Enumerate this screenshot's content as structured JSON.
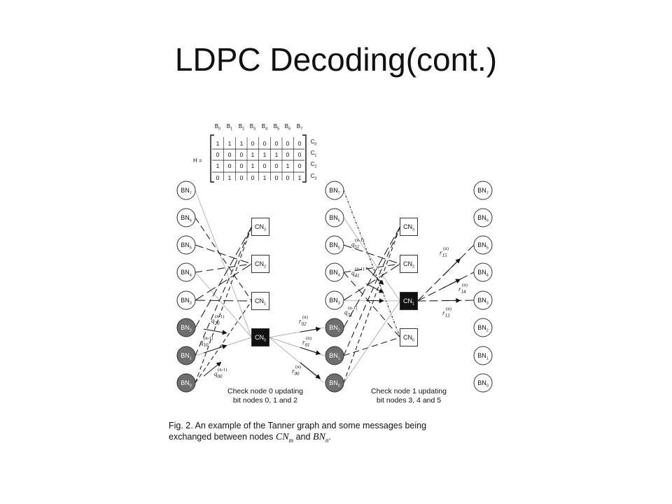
{
  "slide": {
    "title": "LDPC Decoding(cont.)"
  },
  "matrix": {
    "name": "H =",
    "col_headers": [
      "B0",
      "B1",
      "B2",
      "B3",
      "B4",
      "B5",
      "B6",
      "B7"
    ],
    "row_headers": [
      "C0",
      "C1",
      "C2",
      "C3"
    ],
    "rows": [
      [
        "1",
        "1",
        "1",
        "0",
        "0",
        "0",
        "0",
        "0"
      ],
      [
        "0",
        "0",
        "0",
        "1",
        "1",
        "1",
        "0",
        "0"
      ],
      [
        "1",
        "0",
        "0",
        "1",
        "0",
        "0",
        "1",
        "0"
      ],
      [
        "0",
        "1",
        "0",
        "0",
        "1",
        "0",
        "0",
        "1"
      ]
    ]
  },
  "graph": {
    "bit_nodes": [
      "BN7",
      "BN6",
      "BN5",
      "BN4",
      "BN3",
      "BN2",
      "BN1",
      "BN0"
    ],
    "check_nodes": [
      "CN3",
      "CN2",
      "CN1",
      "CN0"
    ],
    "left_messages": [
      {
        "base": "q",
        "sub": "20",
        "sup": "(it-1)"
      },
      {
        "base": "q",
        "sub": "10",
        "sup": "(it-1)"
      },
      {
        "base": "q",
        "sub": "00",
        "sup": "(it-1)"
      }
    ],
    "mid_messages_out": [
      {
        "base": "r",
        "sub": "02",
        "sup": "(it)"
      },
      {
        "base": "r",
        "sub": "01",
        "sup": "(it)"
      },
      {
        "base": "r",
        "sub": "00",
        "sup": "(it)"
      }
    ],
    "mid_messages_in": [
      {
        "base": "q",
        "sub": "51",
        "sup": "(it-1)"
      },
      {
        "base": "q",
        "sub": "41",
        "sup": "(it-1)"
      },
      {
        "base": "q",
        "sub": "31",
        "sup": "(it-1)"
      }
    ],
    "right_messages": [
      {
        "base": "r",
        "sub": "15",
        "sup": "(it)"
      },
      {
        "base": "r",
        "sub": "14",
        "sup": "(it)"
      },
      {
        "base": "r",
        "sub": "13",
        "sup": "(it)"
      }
    ],
    "left_description": [
      "Check node 0 updating",
      "bit nodes 0, 1 and 2"
    ],
    "right_description": [
      "Check node 1 updating",
      "bit nodes 3, 4 and 5"
    ]
  },
  "caption": {
    "text_1": "Fig. 2.  An example of the Tanner graph and some messages being",
    "text_2": "exchanged between nodes",
    "cn_base": "CN",
    "cn_sub": "m",
    "and_text": "and",
    "bn_base": "BN",
    "bn_sub": "n",
    "end": "."
  }
}
